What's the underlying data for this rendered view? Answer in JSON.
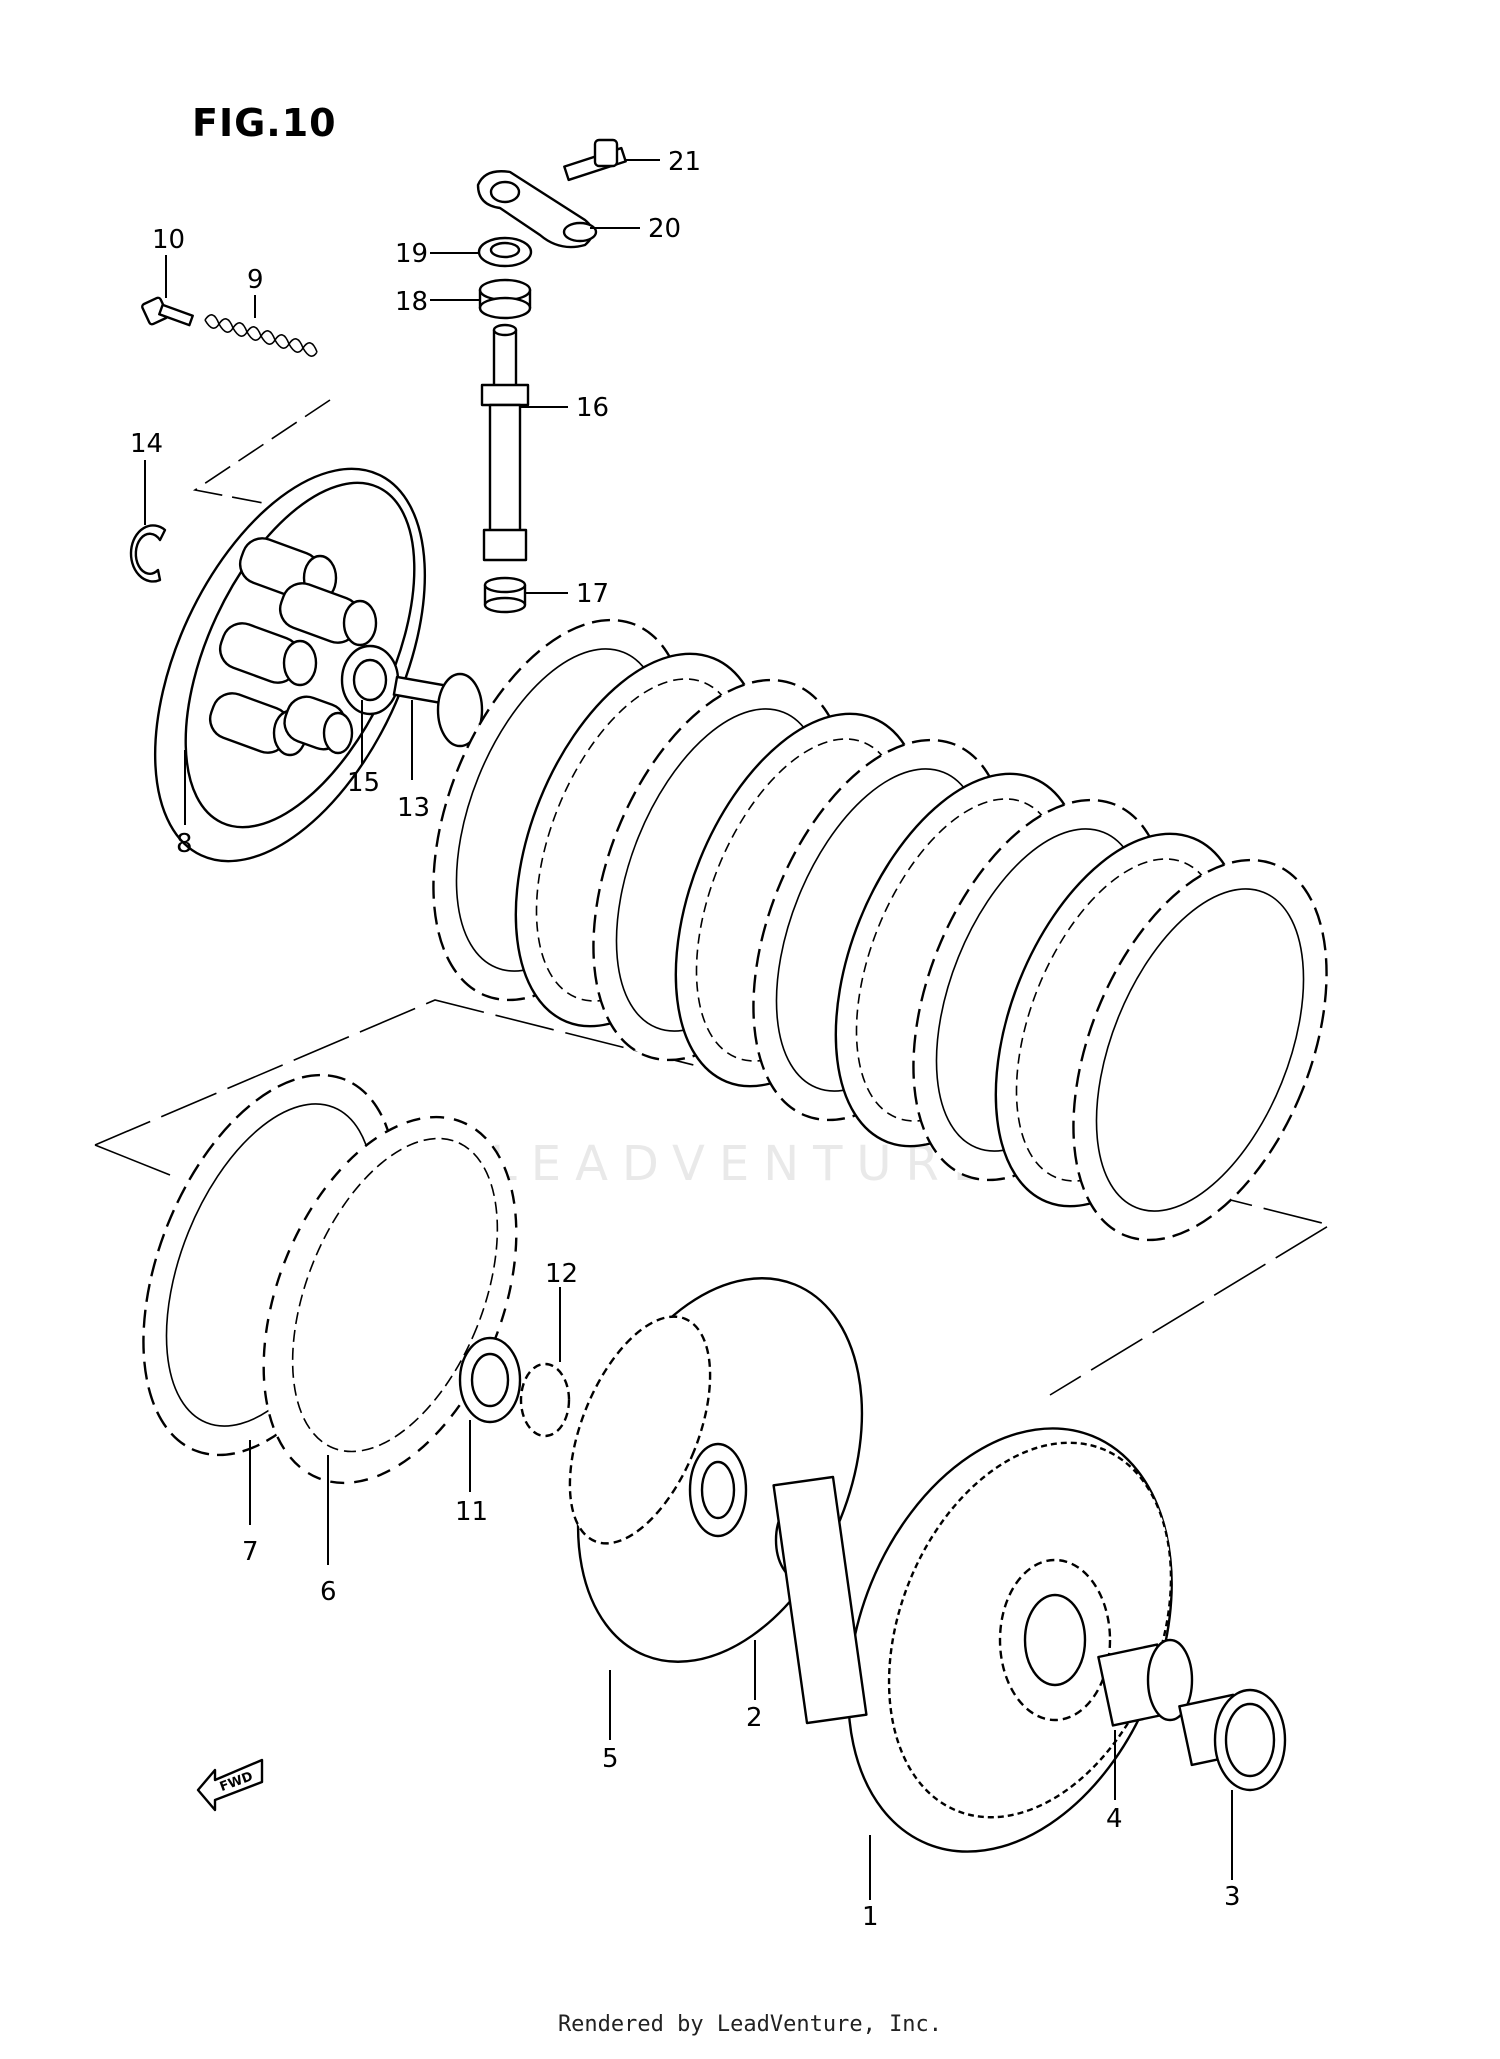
{
  "figure": {
    "title": "FIG.10",
    "watermark": "LEADVENTURE",
    "fwd_label": "FWD"
  },
  "part_numbers": [
    "1",
    "2",
    "3",
    "4",
    "5",
    "6",
    "7",
    "8",
    "9",
    "10",
    "11",
    "12",
    "13",
    "14",
    "15",
    "16",
    "17",
    "18",
    "19",
    "20",
    "21"
  ],
  "footer": "Rendered by LeadVenture, Inc."
}
